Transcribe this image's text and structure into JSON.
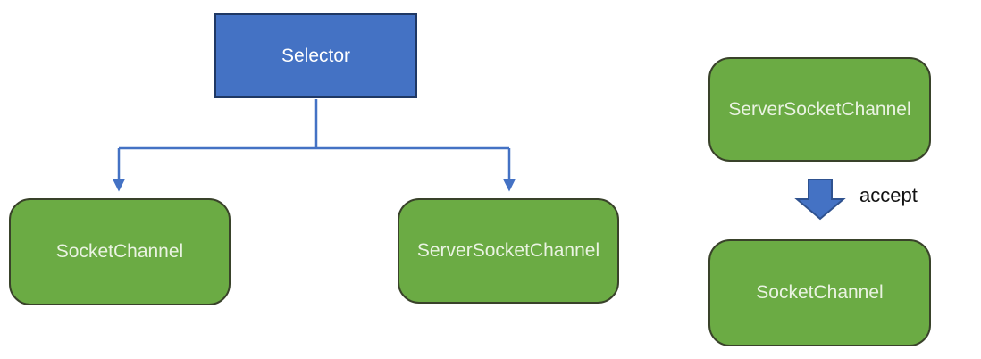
{
  "left": {
    "root_label": "Selector",
    "children": [
      {
        "label": "SocketChannel"
      },
      {
        "label": "ServerSocketChannel"
      }
    ]
  },
  "right": {
    "top_label": "ServerSocketChannel",
    "arrow_label": "accept",
    "bottom_label": "SocketChannel"
  },
  "colors": {
    "blue": "#4472C4",
    "blue-dark": "#1F3864",
    "arrow-border": "#2F528F",
    "green": "#6BAB44",
    "green-dark": "#39422A",
    "node-text": "#EAF3E2",
    "selector-text": "#FFFFFF",
    "label-text": "#111111"
  }
}
